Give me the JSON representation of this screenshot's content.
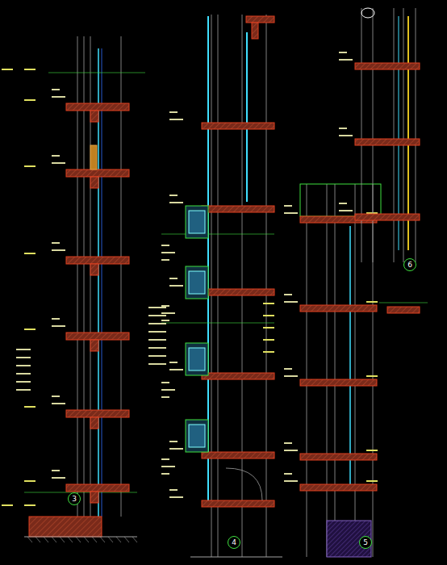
{
  "diagram": {
    "nodes": [
      {
        "text": [
          "3"
        ]
      },
      {
        "text": [
          "4"
        ]
      },
      {
        "text": [
          "5"
        ]
      },
      {
        "text": [
          "6"
        ]
      }
    ]
  }
}
